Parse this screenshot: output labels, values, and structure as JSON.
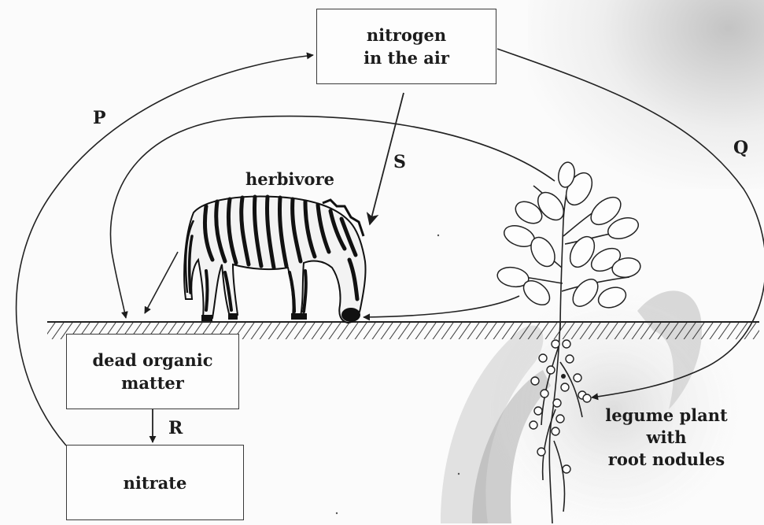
{
  "boxes": {
    "nitrogen_line1": "nitrogen",
    "nitrogen_line2": "in the air",
    "dead_line1": "dead organic",
    "dead_line2": "matter",
    "nitrate": "nitrate"
  },
  "labels": {
    "herbivore": "herbivore",
    "legume_line1": "legume plant",
    "legume_line2": "with",
    "legume_line3": "root nodules"
  },
  "letters": {
    "P": "P",
    "Q": "Q",
    "R": "R",
    "S": "S"
  }
}
